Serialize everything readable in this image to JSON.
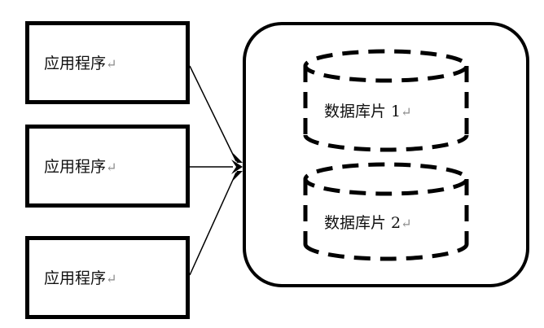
{
  "diagram": {
    "applications": [
      {
        "label": "应用程序",
        "mark": "↵"
      },
      {
        "label": "应用程序",
        "mark": "↵"
      },
      {
        "label": "应用程序",
        "mark": "↵"
      }
    ],
    "database_container": {
      "shards": [
        {
          "label": "数据库片 1",
          "mark": "↵"
        },
        {
          "label": "数据库片 2",
          "mark": "↵"
        }
      ]
    },
    "colors": {
      "stroke": "#000000",
      "paragraph_mark": "#8a8a8a"
    }
  }
}
